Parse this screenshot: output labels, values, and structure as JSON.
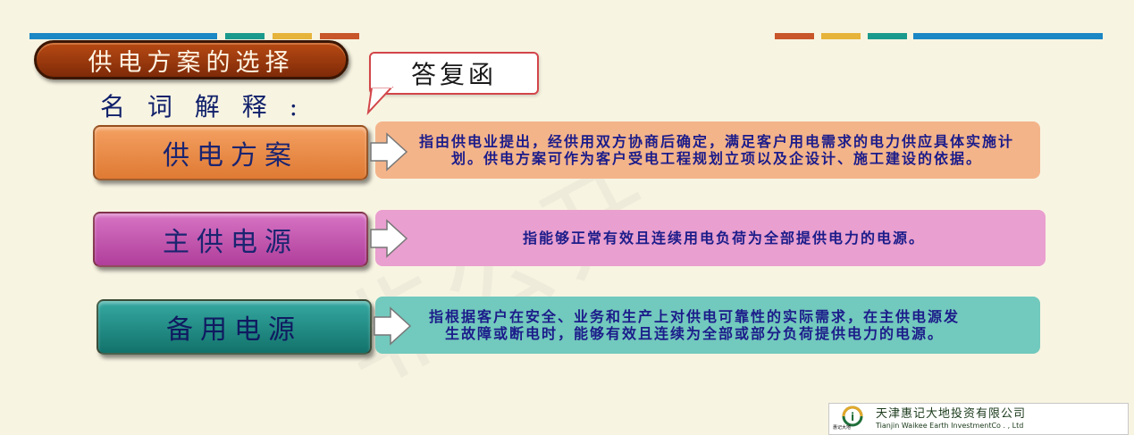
{
  "colors": {
    "accent_blue": "#1b87c4",
    "accent_teal": "#1a9a8c",
    "accent_yellow": "#e6b43a",
    "accent_orange": "#c8562a",
    "text_navy": "#1a2470"
  },
  "title": "供电方案的选择",
  "bubble": "答复函",
  "subheading": "名 词 解 释 :",
  "rows": [
    {
      "label": "供电方案",
      "description": "指由供电业提出，经供用双方协商后确定，满足客户用电需求的电力供应具体实施计划。供电方案可作为客户受电工程规划立项以及企设计、施工建设的依据。"
    },
    {
      "label": "主供电源",
      "description": "指能够正常有效且连续用电负荷为全部提供电力的电源。"
    },
    {
      "label": "备用电源",
      "description": "指根据客户在安全、业务和生产上对供电可靠性的实际需求，在主供电源发生故障或断电时，能够有效且连续为全部或部分负荷提供电力的电源。"
    }
  ],
  "watermark": "非公开",
  "footer": {
    "company_cn": "天津惠记大地投资有限公司",
    "company_en": "Tianjin Waikee Earth InvestmentCo . , Ltd",
    "logo_caption": "惠记大地",
    "logo_icon": "company-logo-icon"
  }
}
